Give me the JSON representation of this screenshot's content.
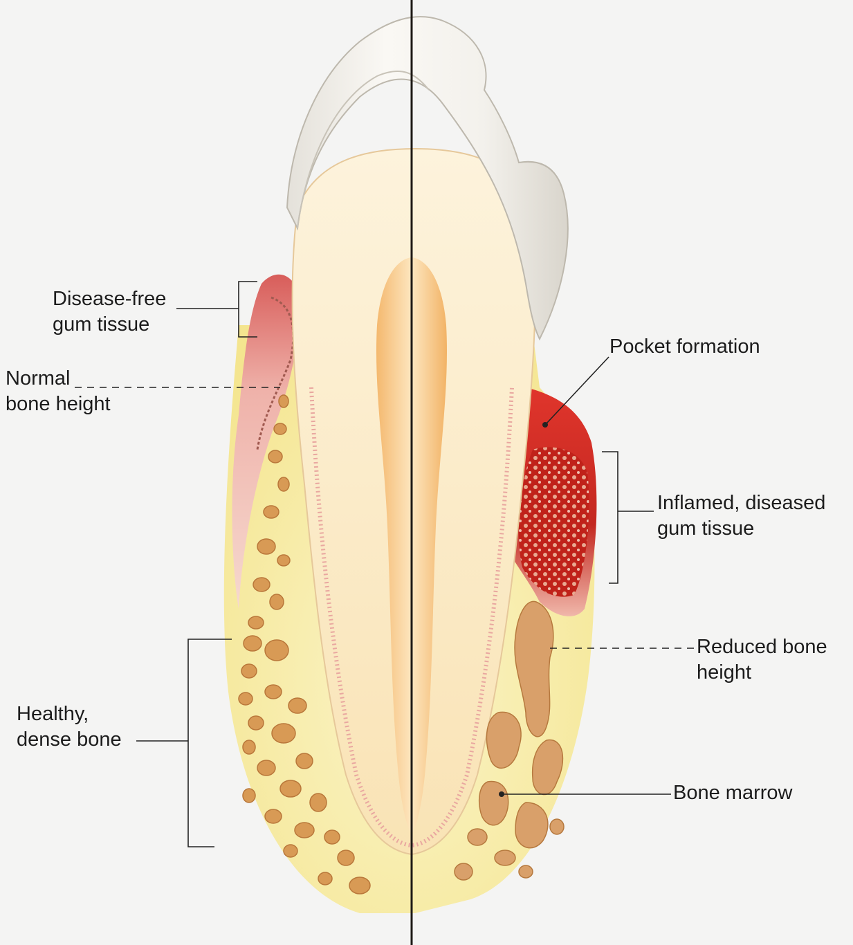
{
  "labels": {
    "disease_free_gum": {
      "line1": "Disease-free",
      "line2": "gum tissue"
    },
    "normal_bone": {
      "line1": "Normal",
      "line2": "bone height"
    },
    "healthy_bone": {
      "line1": "Healthy,",
      "line2": "dense bone"
    },
    "pocket_formation": {
      "line1": "Pocket formation"
    },
    "inflamed_gum": {
      "line1": "Inflamed, diseased",
      "line2": "gum tissue"
    },
    "reduced_bone": {
      "line1": "Reduced bone",
      "line2": "height"
    },
    "bone_marrow": {
      "line1": "Bone marrow"
    }
  },
  "colors": {
    "background": "#f4f4f3",
    "enamel": "#f1efea",
    "dentin": "#fbe9c4",
    "pulp": "#f7c98a",
    "bone": "#f7efb0",
    "healthy_gum": "#e9a6a0",
    "inflamed_gum": "#cc2a22",
    "marrow": "#d9a05a",
    "leader_line": "#222222"
  }
}
